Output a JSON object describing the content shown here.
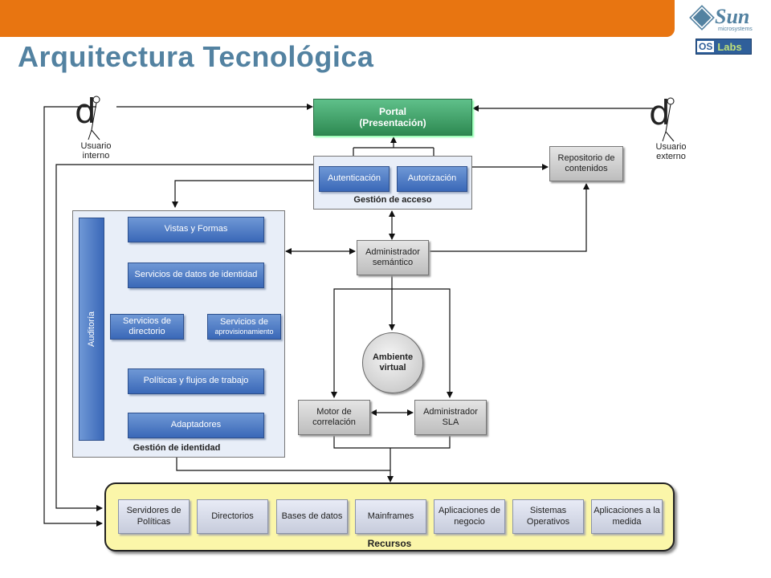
{
  "slide": {
    "title": "Arquitectura Tecnológica",
    "logo_sun": "Sun",
    "logo_sun_sub": "microsystems",
    "logo_labs_os": "OS",
    "logo_labs_text": "Labs"
  },
  "actors": {
    "internal": {
      "glyph": "d",
      "label": "Usuario interno"
    },
    "external": {
      "glyph": "d",
      "label": "Usuario externo"
    }
  },
  "portal": {
    "line1": "Portal",
    "line2": "(Presentación)"
  },
  "access": {
    "title": "Gestión de acceso",
    "authentication": "Autenticación",
    "authorization": "Autorización"
  },
  "repository": "Repositorio de contenidos",
  "semantic_admin": "Administrador semántico",
  "identity": {
    "title": "Gestión de identidad",
    "audit": "Auditoría",
    "views": "Vistas y Formas",
    "identity_data": "Servicios de datos de identidad",
    "directory": "Servicios de directorio",
    "provisioning_line1": "Servicios de",
    "provisioning_line2": "aprovisionamiento",
    "policies": "Políticas y flujos de trabajo",
    "adapters": "Adaptadores"
  },
  "virtual_env": "Ambiente virtual",
  "correlation": "Motor de correlación",
  "sla_admin": "Administrador SLA",
  "resources": {
    "title": "Recursos",
    "items": [
      "Servidores de Políticas",
      "Directorios",
      "Bases de datos",
      "Mainframes",
      "Aplicaciones de negocio",
      "Sistemas Operativos",
      "Aplicaciones a la medida"
    ]
  }
}
